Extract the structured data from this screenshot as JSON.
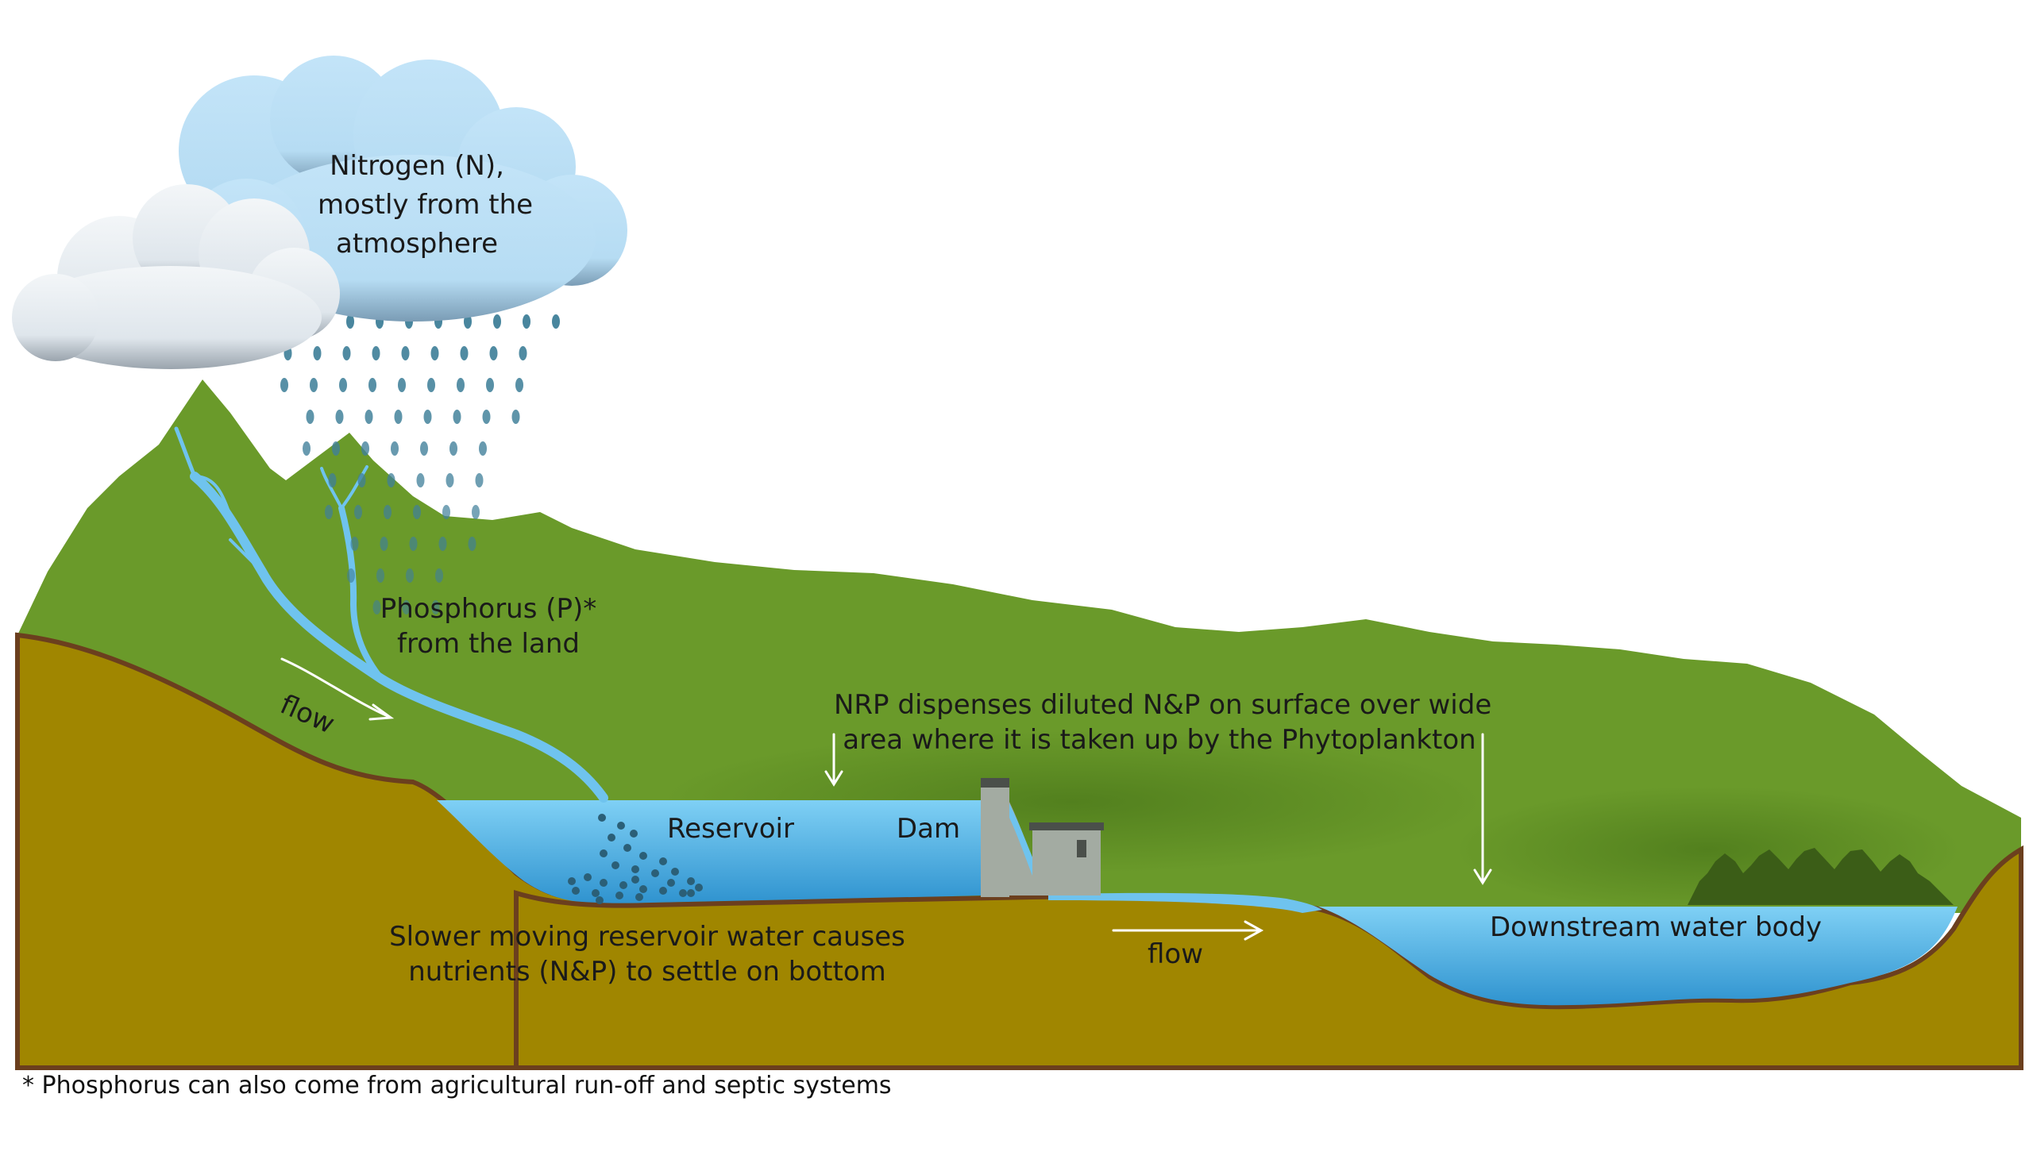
{
  "labels": {
    "nitrogen": [
      "Nitrogen (N),",
      "mostly from the",
      "atmosphere"
    ],
    "phosphorus": [
      "Phosphorus (P)*",
      "from the land"
    ],
    "flow_left": "flow",
    "reservoir": "Reservoir",
    "dam": "Dam",
    "nrp": [
      "NRP dispenses diluted N&P on surface over wide",
      "area where it is taken up by the Phytoplankton"
    ],
    "downstream": "Downstream water body",
    "flow_right": "flow",
    "settle": [
      "Slower moving reservoir water causes",
      "nutrients (N&P) to settle on bottom"
    ],
    "footnote": "* Phosphorus can also come from agricultural run-off and septic systems"
  },
  "colors": {
    "sky": "#ffffff",
    "cloud": "#bfe2f6",
    "cloud_front": "#e9eef3",
    "mountain": "#6a9a2a",
    "hill_dark": "#4f7d1e",
    "soil": "#a08600",
    "soil_edge": "#6b3f1e",
    "water": "#6fc3ee",
    "water_deep": "#2f93cf",
    "rain": "#3f7f99",
    "trees": "#3b5d17",
    "dam": "#a3aba2"
  }
}
